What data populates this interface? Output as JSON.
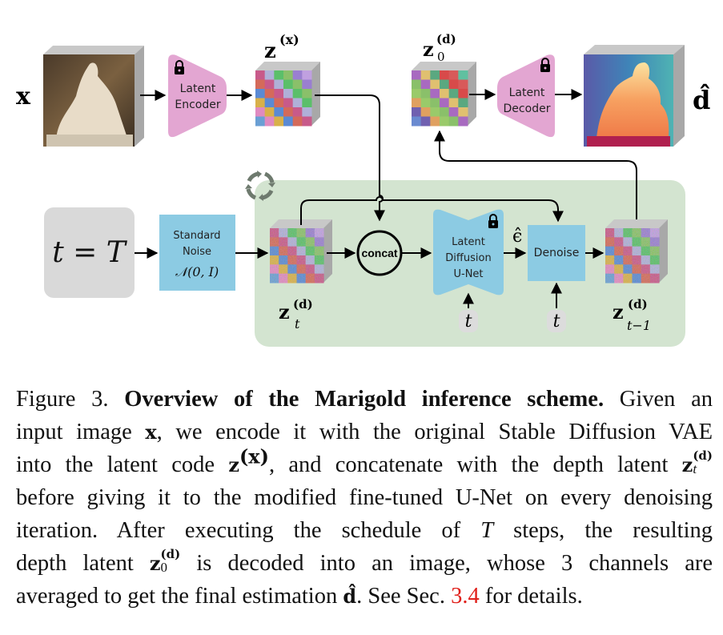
{
  "diagram": {
    "input_label": "x",
    "output_label": "d̂",
    "encoder": {
      "line1": "Latent",
      "line2": "Encoder",
      "locked": true
    },
    "decoder": {
      "line1": "Latent",
      "line2": "Decoder",
      "locked": true
    },
    "z_x_label": "z",
    "z_x_sup": "(x)",
    "z0_label": "z",
    "z0_sup": "(d)",
    "z0_sub": "0",
    "t_eq_T": "t = T",
    "noise_box": {
      "line1": "Standard",
      "line2": "Noise",
      "line3": "𝒩(0, I)"
    },
    "zt_label": "z",
    "zt_sup": "(d)",
    "zt_sub": "t",
    "concat_label": "concat",
    "unet": {
      "line1": "Latent",
      "line2": "Diffusion",
      "line3": "U-Net",
      "locked": true
    },
    "eps_hat": "ϵ̂",
    "denoise_label": "Denoise",
    "t_input": "t",
    "zt1_label": "z",
    "zt1_sup": "(d)",
    "zt1_sub": "t−1",
    "loop_icon": "refresh-cycle",
    "colors": {
      "encoder_pink": "#e3a6d2",
      "box_blue": "#8ccbe3",
      "loop_green": "#d3e4d0",
      "t_gray": "#d9d9d9",
      "cube_side": "#a8a8a8",
      "cube_top": "#c8c8c8"
    }
  },
  "caption": {
    "fig_num": "Figure 3.",
    "title": "Overview of the Marigold inference scheme.",
    "l1_rest": "Given an",
    "l2_a": "input image ",
    "l2_x": "x",
    "l2_b": ", we encode it with the original Stable Diffusion VAE",
    "l3_a": "into the latent code ",
    "l3_z": "z",
    "l3_sup": "(x)",
    "l3_b": ", and concatenate with the depth latent ",
    "l3_z2": "z",
    "l3_sup2": "(d)",
    "l3_sub2": "t",
    "l4": "before giving it to the modified fine-tuned U-Net on every denoising",
    "l5_a": "iteration.  After executing the schedule of ",
    "l5_T": "T",
    "l5_b": " steps, the resulting",
    "l6_a": "depth latent ",
    "l6_z": "z",
    "l6_sup": "(d)",
    "l6_sub": "0",
    "l6_b": " is decoded into an image, whose 3 channels are",
    "l7_a": "averaged to get the final estimation ",
    "l7_d": "d̂",
    "l7_b": ". See Sec. ",
    "l7_ref": "3.4",
    "l7_c": " for details."
  }
}
